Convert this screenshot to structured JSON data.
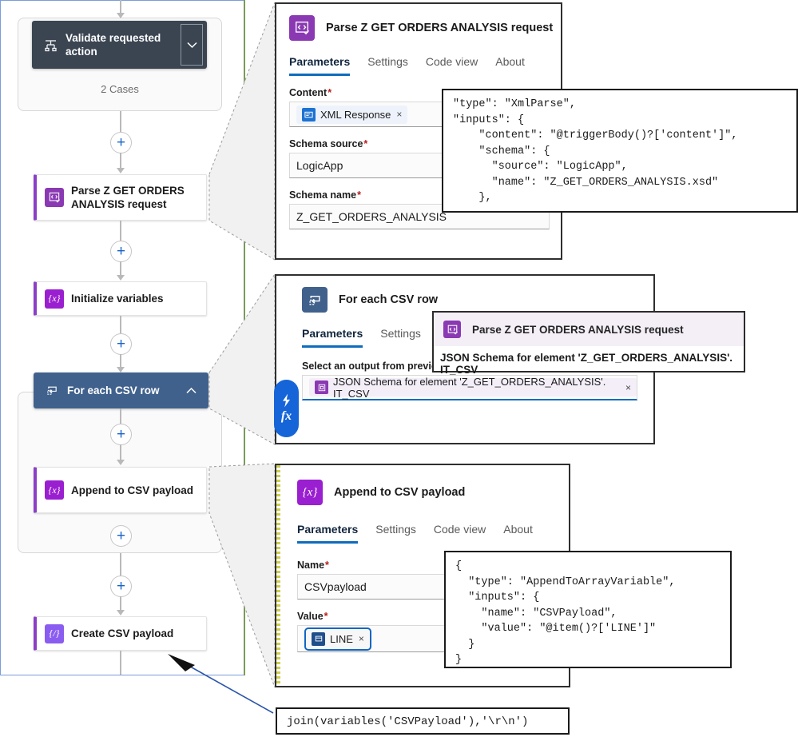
{
  "designer": {
    "switch_scope": {
      "title": "Validate requested action",
      "icon": "switch-icon",
      "cases_label": "2 Cases",
      "chevron": "chevron-down-icon"
    },
    "foreach_scope": {
      "title": "For each CSV row",
      "icon": "loop-icon",
      "chevron": "chevron-up-icon"
    },
    "actions": [
      {
        "id": "parse",
        "title": "Parse Z GET ORDERS ANALYSIS request",
        "icon": "xml-parse-icon",
        "glyph": "</>"
      },
      {
        "id": "init",
        "title": "Initialize variables",
        "icon": "variable-icon",
        "glyph": "{x}"
      },
      {
        "id": "append",
        "title": "Append to CSV payload",
        "icon": "variable-icon",
        "glyph": "{x}"
      },
      {
        "id": "create",
        "title": "Create CSV payload",
        "icon": "compose-icon",
        "glyph": "{/}"
      }
    ],
    "add_button_label": "+",
    "accent_color": "#8b3fc6",
    "selected_color": "#40618c"
  },
  "panel_parse": {
    "title": "Parse Z GET ORDERS ANALYSIS request",
    "icon": "xml-parse-icon",
    "icon_glyph": "</>",
    "tabs": [
      {
        "label": "Parameters",
        "active": true
      },
      {
        "label": "Settings",
        "active": false
      },
      {
        "label": "Code view",
        "active": false
      },
      {
        "label": "About",
        "active": false
      }
    ],
    "fields": [
      {
        "label": "Content",
        "required": "*",
        "token": "XML Response",
        "token_icon": "xml-response-icon",
        "remove": "×"
      },
      {
        "label": "Schema source",
        "required": "*",
        "value": "LogicApp"
      },
      {
        "label": "Schema name",
        "required": "*",
        "value": "Z_GET_ORDERS_ANALYSIS"
      }
    ]
  },
  "panel_foreach": {
    "title": "For each CSV row",
    "icon": "loop-icon",
    "tabs": [
      {
        "label": "Parameters",
        "active": true
      },
      {
        "label": "Settings",
        "active": false
      }
    ],
    "field": {
      "label": "Select an output from previous steps",
      "required": "*",
      "token": "JSON Schema for element 'Z_GET_ORDERS_ANALYSIS'. IT_CSV",
      "token_icon": "schema-token-icon",
      "remove": "×"
    },
    "dynamic_content_button": {
      "lightning": "lightning-icon",
      "fx": "fx"
    },
    "tooltip": {
      "header_title": "Parse Z GET ORDERS ANALYSIS request",
      "header_icon": "xml-parse-icon",
      "body": "JSON Schema for element 'Z_GET_ORDERS_ANALYSIS'. IT_CSV"
    }
  },
  "panel_append": {
    "title": "Append to CSV payload",
    "icon": "variable-icon",
    "icon_glyph": "{x}",
    "tabs": [
      {
        "label": "Parameters",
        "active": true
      },
      {
        "label": "Settings",
        "active": false
      },
      {
        "label": "Code view",
        "active": false
      },
      {
        "label": "About",
        "active": false
      }
    ],
    "fields": [
      {
        "label": "Name",
        "required": "*",
        "value": "CSVpayload"
      },
      {
        "label": "Value",
        "required": "*",
        "token": "LINE",
        "token_icon": "item-token-icon",
        "remove": "×"
      }
    ]
  },
  "code_xmlparse": "\"type\": \"XmlParse\",\n\"inputs\": {\n    \"content\": \"@triggerBody()?['content']\",\n    \"schema\": {\n      \"source\": \"LogicApp\",\n      \"name\": \"Z_GET_ORDERS_ANALYSIS.xsd\"\n    },",
  "code_append": "{\n  \"type\": \"AppendToArrayVariable\",\n  \"inputs\": {\n    \"name\": \"CSVPayload\",\n    \"value\": \"@item()?['LINE']\"\n  }\n}",
  "code_join": "join(variables('CSVPayload'),'\\r\\n')"
}
